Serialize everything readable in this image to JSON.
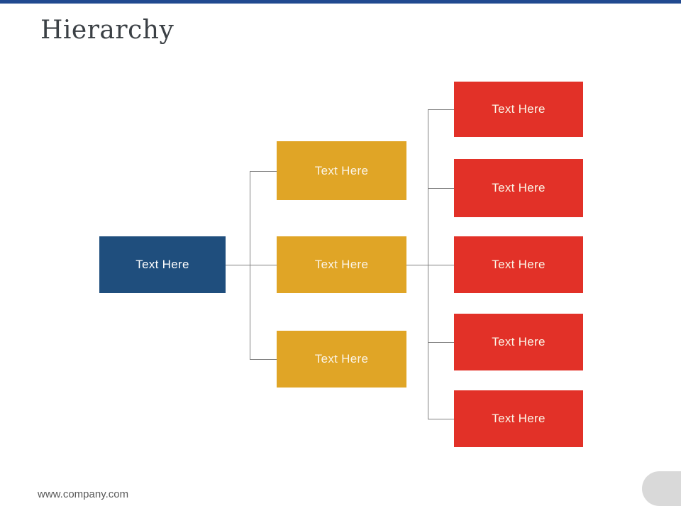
{
  "slide": {
    "title": "Hierarchy",
    "footer_url": "www.company.com"
  },
  "colors": {
    "top_bar": "#214a90",
    "root_box": "#1f4e7d",
    "level2_box": "#e0a526",
    "level3_box": "#e23128",
    "connector": "#808080",
    "title_text": "#3b4045",
    "footer_text": "#595959",
    "box_text": "#fbf4e6",
    "root_box_text": "#ffffff",
    "corner_pill": "#d9d9d9"
  },
  "hierarchy": {
    "root": {
      "label": "Text Here"
    },
    "level2": [
      {
        "label": "Text Here"
      },
      {
        "label": "Text Here"
      },
      {
        "label": "Text Here"
      }
    ],
    "level3": [
      {
        "label": "Text Here"
      },
      {
        "label": "Text Here"
      },
      {
        "label": "Text Here"
      },
      {
        "label": "Text Here"
      },
      {
        "label": "Text Here"
      }
    ]
  }
}
